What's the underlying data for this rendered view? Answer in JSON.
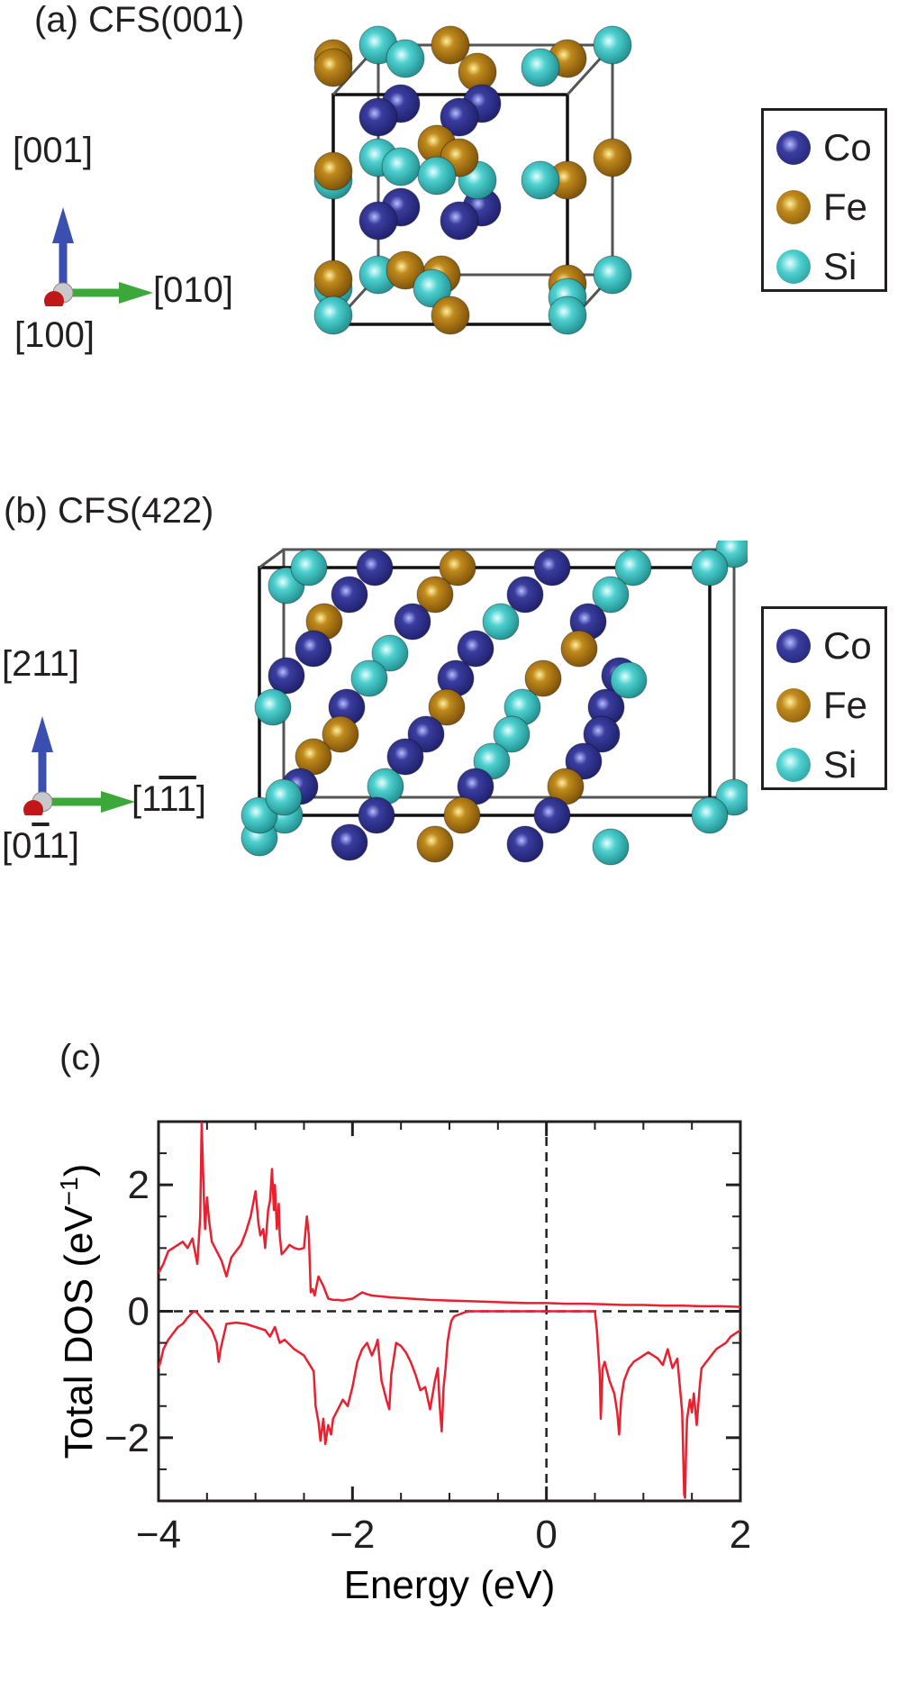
{
  "panel_a": {
    "label": "(a) CFS(001)",
    "axes": {
      "up": "[001]",
      "right": "[010]",
      "out": "[100]"
    },
    "legend": [
      {
        "name": "Co",
        "color": "#2e2f8f"
      },
      {
        "name": "Fe",
        "color": "#b07a12"
      },
      {
        "name": "Si",
        "color": "#3ec6c6"
      }
    ]
  },
  "panel_b": {
    "label": "(b) CFS(422)",
    "axes": {
      "up": "[211]",
      "right_prefix": "[1",
      "right_bar": "11",
      "right_suffix": "]",
      "out_prefix": "[0",
      "out_bar": "1",
      "out_suffix": "1]"
    },
    "legend": [
      {
        "name": "Co",
        "color": "#2e2f8f"
      },
      {
        "name": "Fe",
        "color": "#b07a12"
      },
      {
        "name": "Si",
        "color": "#3ec6c6"
      }
    ]
  },
  "panel_c": {
    "label": "(c)"
  },
  "chart_data": {
    "type": "line",
    "xlabel": "Energy (eV)",
    "ylabel": "Total DOS (eV",
    "ylabel_sup": "−1",
    "ylabel_close": ")",
    "xlim": [
      -4,
      2
    ],
    "ylim": [
      -3,
      3
    ],
    "xticks": [
      -4,
      -2,
      0,
      2
    ],
    "xtick_labels": [
      "−4",
      "−2",
      "0",
      "2"
    ],
    "yticks": [
      -2,
      0,
      2
    ],
    "ytick_labels": [
      "−2",
      "0",
      "2"
    ],
    "series_color": "#e8202f",
    "grid": false,
    "series": [
      {
        "x": [
          -4.0,
          -3.95,
          -3.9,
          -3.85,
          -3.8,
          -3.75,
          -3.7,
          -3.65,
          -3.6,
          -3.57,
          -3.555,
          -3.54,
          -3.53,
          -3.52,
          -3.5,
          -3.48,
          -3.45,
          -3.4,
          -3.35,
          -3.3,
          -3.25,
          -3.2,
          -3.15,
          -3.1,
          -3.05,
          -3.0,
          -2.97,
          -2.95,
          -2.92,
          -2.9,
          -2.87,
          -2.85,
          -2.83,
          -2.81,
          -2.8,
          -2.78,
          -2.76,
          -2.75,
          -2.73,
          -2.7,
          -2.65,
          -2.6,
          -2.55,
          -2.5,
          -2.47,
          -2.45,
          -2.43,
          -2.41,
          -2.39,
          -2.35,
          -2.3,
          -2.25,
          -2.2,
          -2.15,
          -2.1,
          -2.0,
          -1.9,
          -1.85,
          -1.8,
          -1.6,
          -1.4,
          -1.2,
          -1.0,
          -0.8,
          -0.6,
          -0.4,
          -0.2,
          0.0,
          0.2,
          0.4,
          0.6,
          0.8,
          1.0,
          1.2,
          1.4,
          1.6,
          1.8,
          2.0
        ],
        "y": [
          0.6,
          0.75,
          0.95,
          1.0,
          1.05,
          1.1,
          1.0,
          1.15,
          0.75,
          1.5,
          2.98,
          2.2,
          1.7,
          1.3,
          1.8,
          1.45,
          1.1,
          0.95,
          0.8,
          0.55,
          0.85,
          0.95,
          1.05,
          1.25,
          1.5,
          1.9,
          1.4,
          1.2,
          1.3,
          1.0,
          1.6,
          1.75,
          2.25,
          1.6,
          2.0,
          1.3,
          1.7,
          1.2,
          0.9,
          0.95,
          1.05,
          1.0,
          0.98,
          1.0,
          1.5,
          1.2,
          0.3,
          0.35,
          0.25,
          0.55,
          0.4,
          0.2,
          0.18,
          0.18,
          0.17,
          0.2,
          0.3,
          0.27,
          0.25,
          0.22,
          0.2,
          0.18,
          0.17,
          0.16,
          0.15,
          0.14,
          0.13,
          0.13,
          0.12,
          0.12,
          0.11,
          0.1,
          0.1,
          0.09,
          0.09,
          0.08,
          0.08,
          0.07
        ]
      },
      {
        "x": [
          -4.0,
          -3.98,
          -3.95,
          -3.9,
          -3.85,
          -3.8,
          -3.75,
          -3.7,
          -3.65,
          -3.62,
          -3.6,
          -3.55,
          -3.5,
          -3.45,
          -3.4,
          -3.38,
          -3.36,
          -3.3,
          -3.2,
          -3.1,
          -3.0,
          -2.9,
          -2.85,
          -2.8,
          -2.75,
          -2.7,
          -2.6,
          -2.5,
          -2.4,
          -2.38,
          -2.35,
          -2.33,
          -2.3,
          -2.28,
          -2.25,
          -2.22,
          -2.2,
          -2.15,
          -2.1,
          -2.05,
          -2.0,
          -1.95,
          -1.9,
          -1.85,
          -1.8,
          -1.76,
          -1.74,
          -1.7,
          -1.65,
          -1.62,
          -1.6,
          -1.58,
          -1.55,
          -1.5,
          -1.45,
          -1.4,
          -1.35,
          -1.3,
          -1.25,
          -1.2,
          -1.15,
          -1.12,
          -1.1,
          -1.08,
          -1.06,
          -1.04,
          -1.02,
          -1.0,
          -0.98,
          -0.95,
          -0.9,
          -0.85,
          -0.8,
          -0.5,
          0.0,
          0.3,
          0.5,
          0.52,
          0.55,
          0.56,
          0.58,
          0.6,
          0.65,
          0.7,
          0.73,
          0.75,
          0.77,
          0.8,
          0.85,
          0.9,
          0.95,
          1.0,
          1.05,
          1.1,
          1.15,
          1.2,
          1.25,
          1.3,
          1.35,
          1.4,
          1.42,
          1.43,
          1.44,
          1.45,
          1.48,
          1.5,
          1.52,
          1.55,
          1.58,
          1.6,
          1.65,
          1.7,
          1.75,
          1.8,
          1.85,
          1.9,
          1.95,
          2.0
        ],
        "y": [
          -0.9,
          -0.8,
          -0.6,
          -0.45,
          -0.35,
          -0.25,
          -0.2,
          -0.1,
          -0.02,
          0.0,
          -0.03,
          -0.12,
          -0.2,
          -0.3,
          -0.5,
          -0.8,
          -0.6,
          -0.2,
          -0.18,
          -0.2,
          -0.25,
          -0.3,
          -0.4,
          -0.25,
          -0.5,
          -0.45,
          -0.6,
          -0.7,
          -0.95,
          -1.5,
          -1.75,
          -2.05,
          -1.7,
          -2.1,
          -1.8,
          -1.95,
          -1.7,
          -1.55,
          -1.4,
          -1.5,
          -1.2,
          -0.8,
          -0.6,
          -0.5,
          -0.7,
          -0.55,
          -0.45,
          -1.1,
          -1.4,
          -1.55,
          -1.0,
          -0.8,
          -0.5,
          -0.55,
          -0.65,
          -0.8,
          -1.0,
          -1.25,
          -1.2,
          -1.55,
          -1.1,
          -0.9,
          -1.5,
          -1.9,
          -1.2,
          -0.9,
          -0.5,
          -0.3,
          -0.15,
          -0.08,
          -0.05,
          -0.02,
          0.0,
          0.0,
          0.0,
          0.0,
          0.0,
          -0.3,
          -1.0,
          -1.7,
          -0.9,
          -0.8,
          -1.1,
          -1.3,
          -1.6,
          -1.95,
          -1.4,
          -1.1,
          -0.9,
          -0.8,
          -0.75,
          -0.7,
          -0.65,
          -0.7,
          -0.75,
          -0.85,
          -0.6,
          -0.9,
          -0.75,
          -1.6,
          -2.9,
          -2.95,
          -2.2,
          -1.7,
          -1.4,
          -1.6,
          -1.3,
          -1.8,
          -1.2,
          -0.9,
          -0.8,
          -0.7,
          -0.6,
          -0.55,
          -0.5,
          -0.4,
          -0.35,
          -0.3
        ]
      }
    ]
  }
}
